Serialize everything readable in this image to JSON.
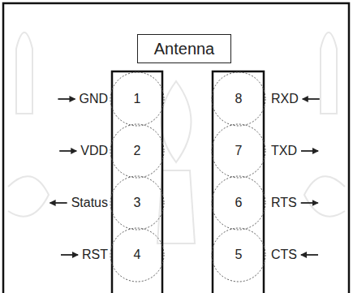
{
  "diagram": {
    "nodes": [
      {
        "text": [
          "Antenna"
        ]
      },
      {
        "text": [
          "1"
        ]
      },
      {
        "text": [
          "8"
        ]
      },
      {
        "text": [
          "2"
        ]
      },
      {
        "text": [
          "7"
        ]
      },
      {
        "text": [
          "3"
        ]
      },
      {
        "text": [
          "6"
        ]
      },
      {
        "text": [
          "4"
        ]
      },
      {
        "text": [
          "5"
        ]
      }
    ],
    "labels": [
      "GND",
      "VDD",
      "Status",
      "RST",
      "RXD",
      "TXD",
      "RTS",
      "CTS"
    ]
  }
}
